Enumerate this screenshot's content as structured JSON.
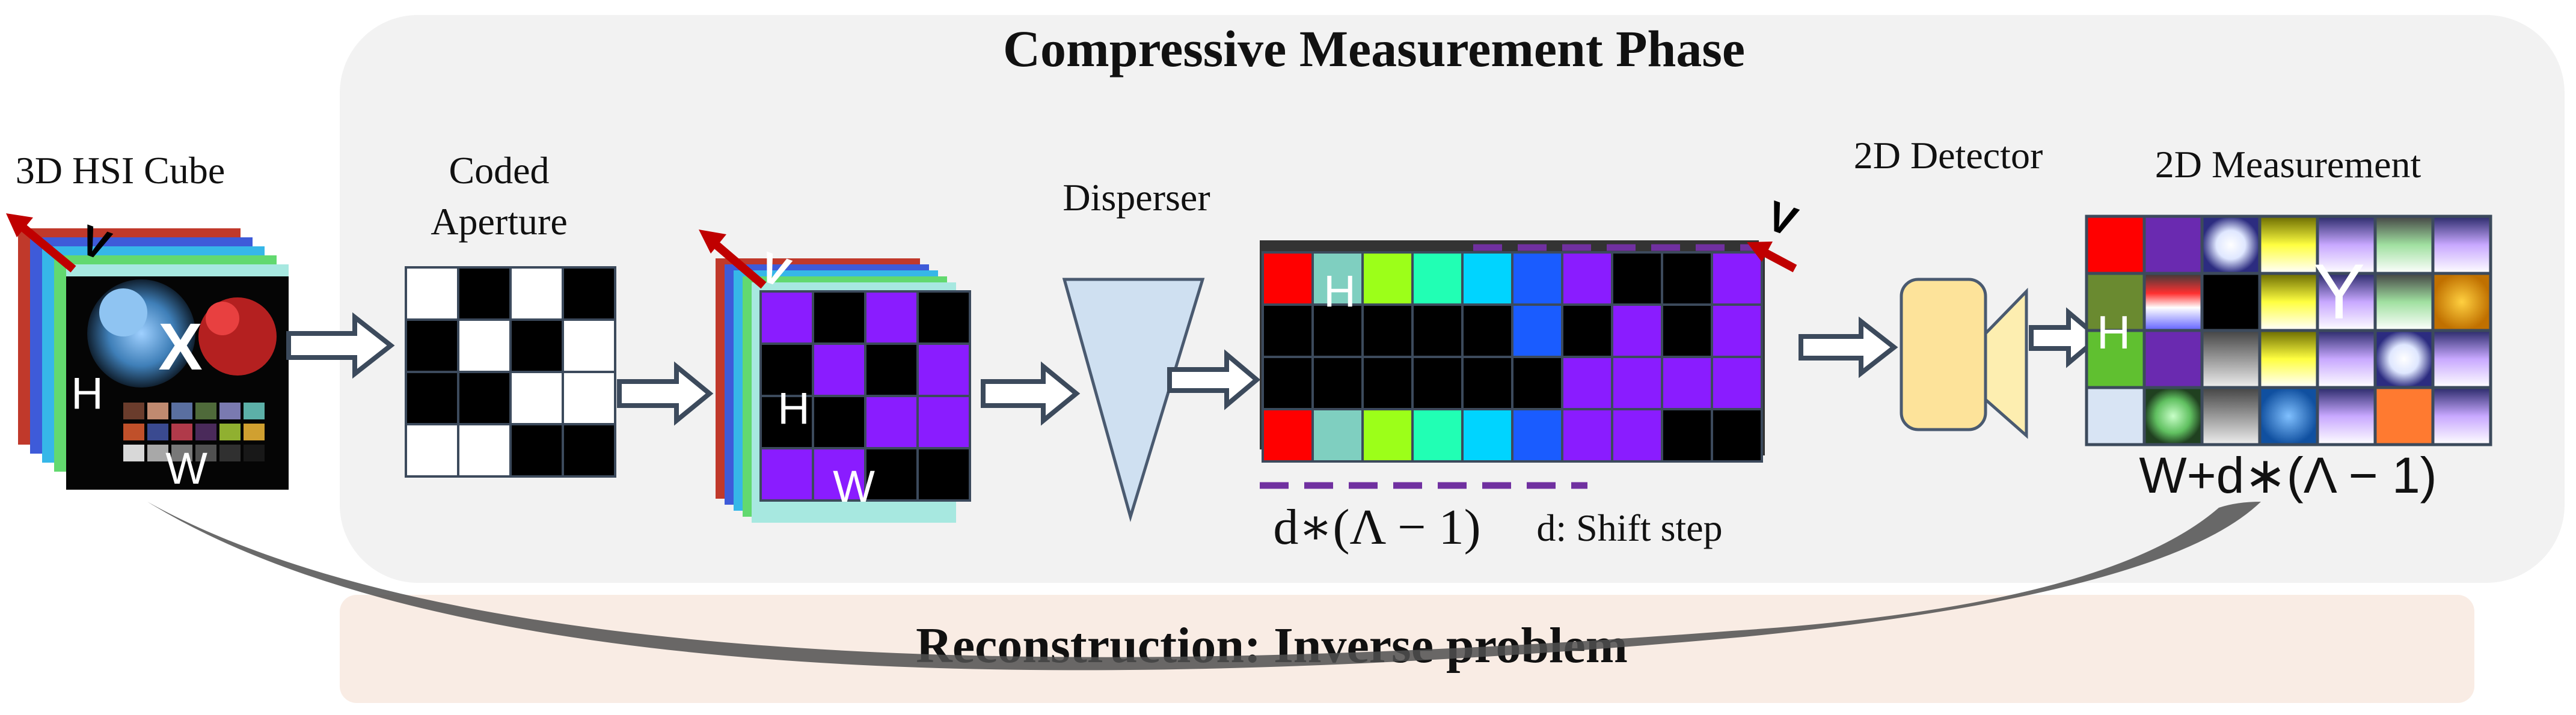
{
  "phases": {
    "measurement_title": "Compressive Measurement Phase",
    "reconstruction_title": "Reconstruction: Inverse problem"
  },
  "hsi_cube": {
    "title": "3D HSI Cube",
    "symbol": "X",
    "height_label": "H",
    "width_label": "W",
    "lambda_label": "Λ"
  },
  "coded_aperture": {
    "title_line1": "Coded",
    "title_line2": "Aperture",
    "pattern": [
      [
        1,
        0,
        1,
        0
      ],
      [
        0,
        1,
        0,
        1
      ],
      [
        0,
        0,
        1,
        1
      ],
      [
        1,
        1,
        0,
        0
      ]
    ]
  },
  "modulated_cube": {
    "height_label": "H",
    "width_label": "W",
    "lambda_label": "Λ"
  },
  "disperser": {
    "title": "Disperser"
  },
  "sheared_cube": {
    "height_label": "H",
    "lambda_label": "Λ",
    "width_formula": "d∗(Λ − 1)",
    "shift_note": "d: Shift step"
  },
  "detector": {
    "title": "2D Detector"
  },
  "measurement": {
    "title": "2D Measurement",
    "symbol": "Y",
    "height_label": "H",
    "width_formula": "W+d∗(Λ − 1)"
  },
  "colors": {
    "panel_bg": "#f2f2f2",
    "reconstruction_bg": "#f9ece4",
    "purple": "#8a1cff",
    "dashed_purple": "#7030a0",
    "lambda_arrow": "#c00000",
    "detector_fill": "#fde39a",
    "disperser_fill": "#cfe0f1",
    "arrow_outline": "#3c4a5c"
  }
}
